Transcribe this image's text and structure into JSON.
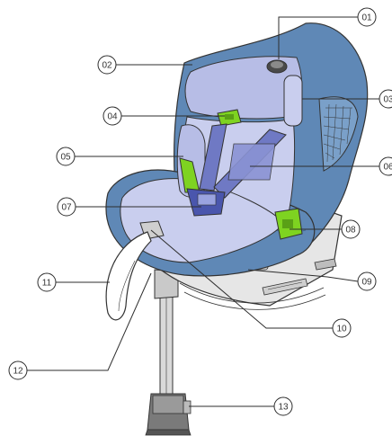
{
  "colors": {
    "shell": "#5f88b6",
    "shell_dark": "#45678e",
    "shell_light": "#7aa0c9",
    "pad": "#b7bde6",
    "pad_light": "#c9ceee",
    "belt": "#6f79c4",
    "buckle": "#4a56ad",
    "accent_green": "#7ed321",
    "metal": "#d9d9d9",
    "outline": "#333333",
    "line": "#2e2e2e"
  },
  "callouts": [
    {
      "id": "01",
      "label": "01",
      "icon": "headrest-adjust-knob"
    },
    {
      "id": "02",
      "label": "02",
      "icon": "headrest-shell"
    },
    {
      "id": "03",
      "label": "03",
      "icon": "shoulder-guide-pad"
    },
    {
      "id": "04",
      "label": "04",
      "icon": "belt-guide-clip"
    },
    {
      "id": "05",
      "label": "05",
      "icon": "side-impact-cushion"
    },
    {
      "id": "06",
      "label": "06",
      "icon": "harness-belt"
    },
    {
      "id": "07",
      "label": "07",
      "icon": "buckle"
    },
    {
      "id": "08",
      "label": "08",
      "icon": "isofix-connector"
    },
    {
      "id": "09",
      "label": "09",
      "icon": "recline-lever"
    },
    {
      "id": "10",
      "label": "10",
      "icon": "harness-adjuster"
    },
    {
      "id": "11",
      "label": "11",
      "icon": "adjuster-strap"
    },
    {
      "id": "12",
      "label": "12",
      "icon": "support-leg"
    },
    {
      "id": "13",
      "label": "13",
      "icon": "leg-foot-indicator"
    }
  ]
}
